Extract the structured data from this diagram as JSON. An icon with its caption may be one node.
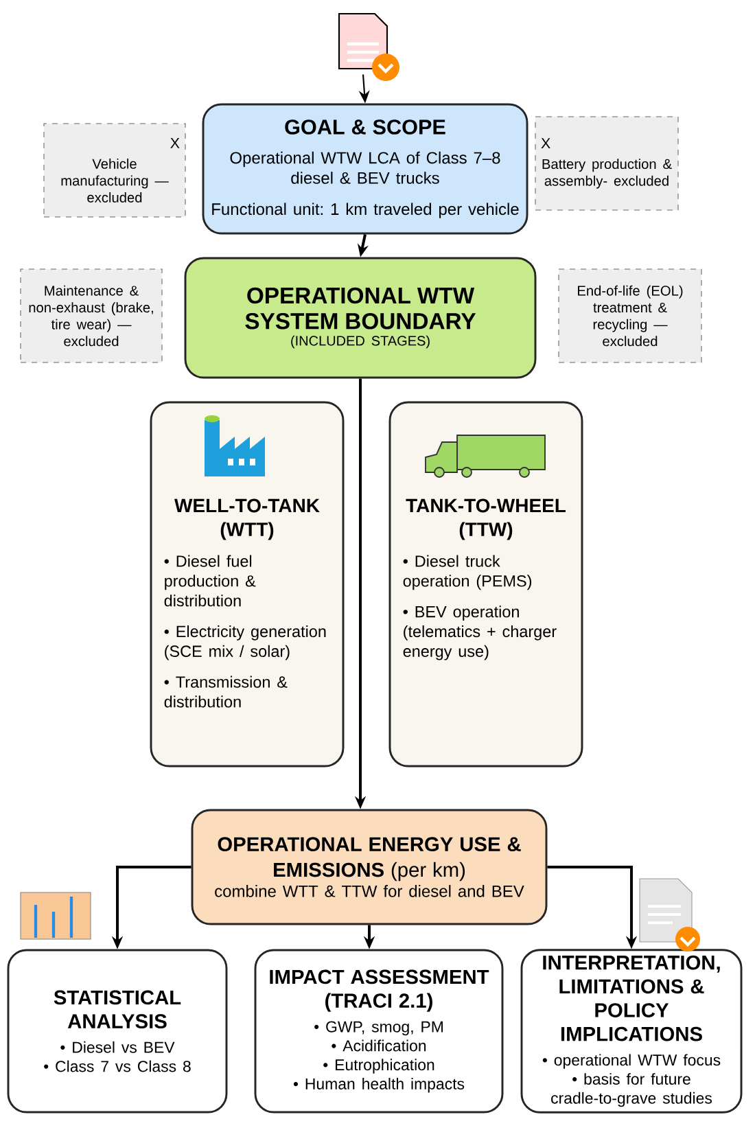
{
  "diagram": {
    "nodes": [
      {
        "text": [],
        "shape": "document"
      },
      {
        "text": [
          "GOAL & SCOPE",
          "Operational WTW LCA of Class 7–8 diesel & BEV trucks",
          "Functional unit: 1 km traveled per vehicle"
        ]
      },
      {
        "text": [
          "X",
          "Vehicle manufacturing — excluded"
        ]
      },
      {
        "text": [
          "X",
          "Battery production & assembly- excluded"
        ]
      },
      {
        "text": [
          "Maintenance & non-exhaust (brake, tire wear) — excluded"
        ]
      },
      {
        "text": [
          "OPERATIONAL WTW SYSTEM BOUNDARY",
          "(INCLUDED STAGES)"
        ]
      },
      {
        "text": [
          "End-of-life (EOL) treatment & recycling — excluded"
        ]
      },
      {
        "text": [
          "WELL-TO-TANK (WTT)",
          "• Diesel fuel production & distribution",
          "• Electricity generation (SCE mix / solar)",
          "• Transmission & distribution"
        ]
      },
      {
        "text": [
          "TANK-TO-WHEEL (TTW)",
          "• Diesel truck operation (PEMS)",
          "• BEV operation (telematics + charger energy use)"
        ]
      },
      {
        "text": [
          "**OPERATIONAL ENERGY USE & EMISSIONS** (per km)",
          "combine WTT & TTW for diesel and BEV"
        ]
      },
      {
        "text": [
          "STATISTICAL ANALYSIS",
          "• Diesel vs BEV",
          "• Class 7 vs Class 8"
        ]
      },
      {
        "text": [
          "IMPACT ASSESSMENT (TRACI 2.1)",
          "• GWP, smog, PM",
          "• Acidification",
          "• Eutrophication",
          "• Human health impacts"
        ]
      },
      {
        "text": [
          "INTERPRETATION, LIMITATIONS & POLICY IMPLICATIONS",
          "• operational WTW focus",
          "• basis for future cradle-to-grave studies"
        ]
      }
    ],
    "edges": [
      {
        "from": 0,
        "to": 1,
        "arrow": "to"
      },
      {
        "from": 1,
        "to": 5,
        "arrow": "to"
      },
      {
        "from": 5,
        "to": 9,
        "arrow": "to"
      },
      {
        "from": 9,
        "to": 10,
        "arrow": "to"
      },
      {
        "from": 9,
        "to": 11,
        "arrow": "to"
      },
      {
        "from": 9,
        "to": 12,
        "arrow": "to"
      }
    ]
  }
}
